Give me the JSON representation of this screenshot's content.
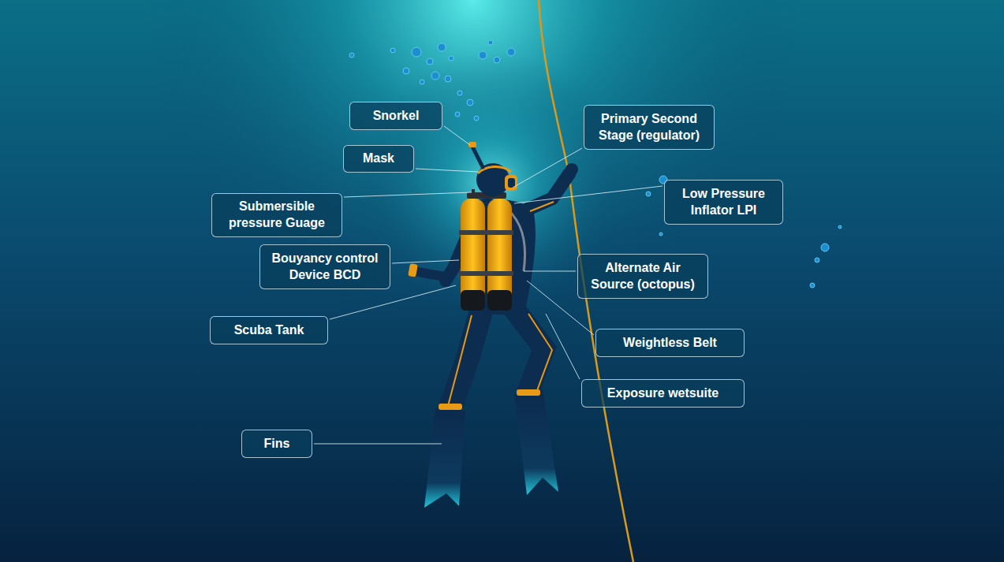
{
  "diagram": {
    "nodes": [
      {
        "text": [
          "Snorkel"
        ]
      },
      {
        "text": [
          "Primary Second Stage (regulator)"
        ]
      },
      {
        "text": [
          "Mask"
        ]
      },
      {
        "text": [
          "Submersible pressure Guage"
        ]
      },
      {
        "text": [
          "Low Pressure Inflator LPI"
        ]
      },
      {
        "text": [
          "Bouyancy control Device BCD"
        ]
      },
      {
        "text": [
          "Alternate Air Source (octopus)"
        ]
      },
      {
        "text": [
          "Scuba Tank"
        ]
      },
      {
        "text": [
          "Weightless Belt"
        ]
      },
      {
        "text": [
          "Exposure wetsuite"
        ]
      },
      {
        "text": [
          "Fins"
        ]
      }
    ]
  }
}
